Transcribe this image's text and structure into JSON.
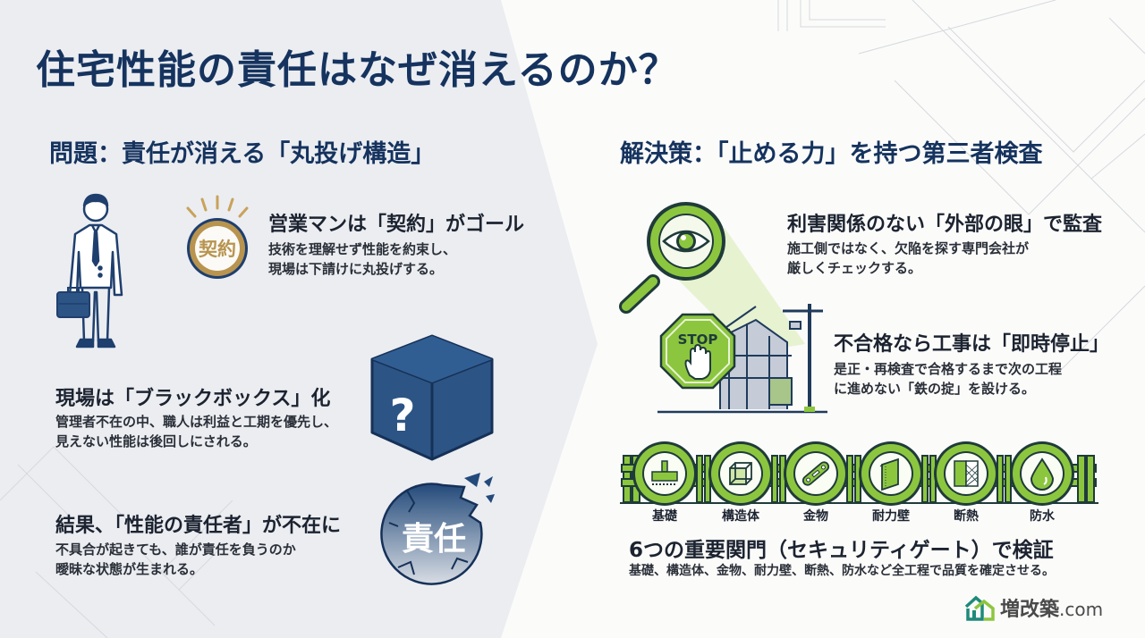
{
  "title": "住宅性能の責任はなぜ消えるのか？",
  "problem": {
    "heading": "問題：責任が消える「丸投げ構造」",
    "items": [
      {
        "heading": "営業マンは「契約」がゴール",
        "body_lines": [
          "技術を理解せず性能を約束し、",
          "現場は下請けに丸投げする。"
        ],
        "icon": "contract-seal-icon",
        "icon_text": "契約"
      },
      {
        "heading": "現場は「ブラックボックス」化",
        "body_lines": [
          "管理者不在の中、職人は利益と工期を優先し、",
          "見えない性能は後回しにされる。"
        ],
        "icon": "black-box-icon",
        "icon_text": "?"
      },
      {
        "heading": "結果、「性能の責任者」が不在に",
        "body_lines": [
          "不具合が起きても、誰が責任を負うのか",
          "曖昧な状態が生まれる。"
        ],
        "icon": "broken-responsibility-icon",
        "icon_text": "責任"
      }
    ],
    "figure": "salesman-icon"
  },
  "solution": {
    "heading": "解決策：「止める力」を持つ第三者検査",
    "items": [
      {
        "heading": "利害関係のない「外部の眼」で監査",
        "body_lines": [
          "施工側ではなく、欠陥を探す専門会社が",
          "厳しくチェックする。"
        ],
        "icon": "magnifier-eye-icon"
      },
      {
        "heading": "不合格なら工事は「即時停止」",
        "body_lines": [
          "是正・再検査で合格するまで次の工程",
          "に進めない「鉄の掟」を設ける。"
        ],
        "icon": "stop-sign-icon",
        "icon_text": "STOP"
      }
    ],
    "gates": [
      {
        "label": "基礎",
        "icon": "foundation-icon"
      },
      {
        "label": "構造体",
        "icon": "frame-structure-icon"
      },
      {
        "label": "金物",
        "icon": "metal-plate-icon"
      },
      {
        "label": "耐力壁",
        "icon": "bearing-wall-icon"
      },
      {
        "label": "断熱",
        "icon": "insulation-icon"
      },
      {
        "label": "防水",
        "icon": "water-drop-icon"
      }
    ],
    "gates_heading": "6つの重要関門（セキュリティゲート）で検証",
    "gates_body": "基礎、構造体、金物、耐力壁、断熱、防水など全工程で品質を確定させる。"
  },
  "logo": {
    "text": "増改築",
    "suffix": ".com"
  },
  "colors": {
    "navy": "#15335e",
    "box_blue": "#2c5585",
    "green": "#8cc63f",
    "dark_green": "#1f3b3a",
    "gold": "#b8944f"
  }
}
